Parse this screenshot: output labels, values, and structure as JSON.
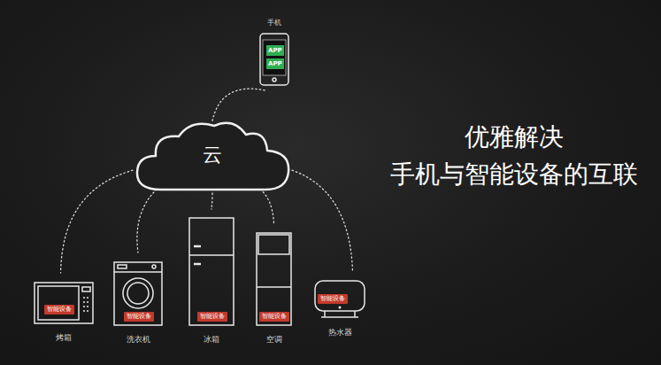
{
  "diagram": {
    "nodes": [
      {
        "text": [
          "手机"
        ]
      },
      {
        "text": [
          "APP"
        ],
        "in": 0
      },
      {
        "text": [
          "APP"
        ],
        "in": 0
      },
      {
        "text": [
          "云"
        ]
      },
      {
        "text": [
          "烤箱"
        ]
      },
      {
        "text": [
          "智能设备"
        ],
        "in": 4
      },
      {
        "text": [
          "洗衣机"
        ]
      },
      {
        "text": [
          "智能设备"
        ],
        "in": 6
      },
      {
        "text": [
          "冰箱"
        ]
      },
      {
        "text": [
          "智能设备"
        ],
        "in": 8
      },
      {
        "text": [
          "空调"
        ]
      },
      {
        "text": [
          "智能设备"
        ],
        "in": 10
      },
      {
        "text": [
          "热水器"
        ]
      },
      {
        "text": [
          "智能设备"
        ],
        "in": 12
      }
    ],
    "edges": [
      {
        "from": 3,
        "to": 0,
        "arrow": "none"
      },
      {
        "from": 3,
        "to": 4,
        "arrow": "none"
      },
      {
        "from": 3,
        "to": 6,
        "arrow": "none"
      },
      {
        "from": 3,
        "to": 8,
        "arrow": "none"
      },
      {
        "from": 3,
        "to": 10,
        "arrow": "none"
      },
      {
        "from": 3,
        "to": 12,
        "arrow": "none"
      }
    ],
    "labels": [
      "优雅解决",
      "手机与智能设备的互联"
    ]
  }
}
